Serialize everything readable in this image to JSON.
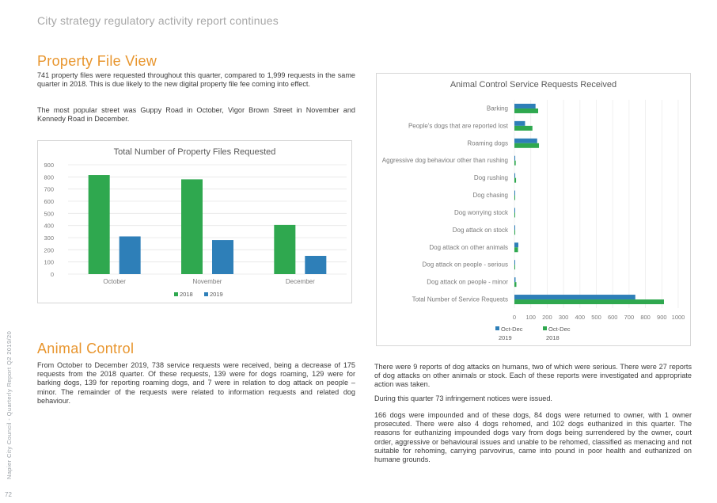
{
  "header": {
    "title": "City strategy regulatory activity report continues"
  },
  "sidebar": {
    "text": "Napier City Council - Quarterly Report Q2 2019/20",
    "page_number": "72"
  },
  "property": {
    "title": "Property File View",
    "para1": "741 property files were requested throughout this quarter, compared to 1,999 requests in the same quarter in 2018. This is due likely to the new digital property file fee coming into effect.",
    "para2": "The most popular street was Guppy Road in October, Vigor Brown Street in November and Kennedy Road in December."
  },
  "animal": {
    "title": "Animal Control",
    "para1": "From October to December 2019, 738 service requests were received, being a decrease of 175 requests from the 2018 quarter. Of these requests, 139 were for dogs roaming, 129 were for barking dogs, 139 for reporting roaming dogs, and 7 were in relation to dog attack on people – minor.  The remainder of the requests were related to information requests and related dog behaviour.",
    "right_para1": "There were 9 reports of dog attacks on humans, two of which were serious. There were 27 reports of dog attacks on other animals or stock. Each of these reports were investigated and appropriate action was taken.",
    "right_para2": "During this quarter 73 infringement notices were issued.",
    "right_para3": "166 dogs were impounded and of these dogs, 84 dogs were returned to owner, with 1 owner prosecuted. There were also 4 dogs rehomed, and 102 dogs euthanized in this quarter.  The reasons for euthanizing impounded dogs vary from dogs being surrendered by the owner, court order, aggressive or behavioural issues and unable to be rehomed, classified as menacing and not suitable for rehoming, carrying parvovirus, came into pound in poor health and euthanized on humane grounds."
  },
  "chart_data": [
    {
      "type": "bar",
      "title": "Total Number of Property Files Requested",
      "categories": [
        "October",
        "November",
        "December"
      ],
      "series": [
        {
          "name": "2018",
          "values": [
            815,
            780,
            405
          ],
          "color": "#2fa84f"
        },
        {
          "name": "2019",
          "values": [
            310,
            280,
            150
          ],
          "color": "#2e7fb8"
        }
      ],
      "ylim": [
        0,
        900
      ],
      "yticks": [
        0,
        100,
        200,
        300,
        400,
        500,
        600,
        700,
        800,
        900
      ],
      "grid": true,
      "legend_position": "bottom"
    },
    {
      "type": "bar",
      "orientation": "horizontal",
      "title": "Animal Control Service Requests Received",
      "categories": [
        "Barking",
        "People's dogs that are reported lost",
        "Roaming dogs",
        "Aggressive dog behaviour other than rushing",
        "Dog rushing",
        "Dog chasing",
        "Dog worrying stock",
        "Dog attack on stock",
        "Dog attack on other animals",
        "Dog attack on people - serious",
        "Dog attack on people - minor",
        "Total Number of Service Requests"
      ],
      "series": [
        {
          "name": "Oct-Dec 2019",
          "values": [
            129,
            65,
            139,
            5,
            5,
            2,
            2,
            3,
            24,
            2,
            7,
            738
          ],
          "color": "#2e7fb8"
        },
        {
          "name": "Oct-Dec 2018",
          "values": [
            145,
            110,
            150,
            8,
            10,
            4,
            4,
            5,
            22,
            3,
            12,
            913
          ],
          "color": "#2fa84f"
        }
      ],
      "xlim": [
        0,
        1000
      ],
      "xticks": [
        0,
        100,
        200,
        300,
        400,
        500,
        600,
        700,
        800,
        900,
        1000
      ],
      "grid": true,
      "legend_position": "bottom"
    }
  ]
}
